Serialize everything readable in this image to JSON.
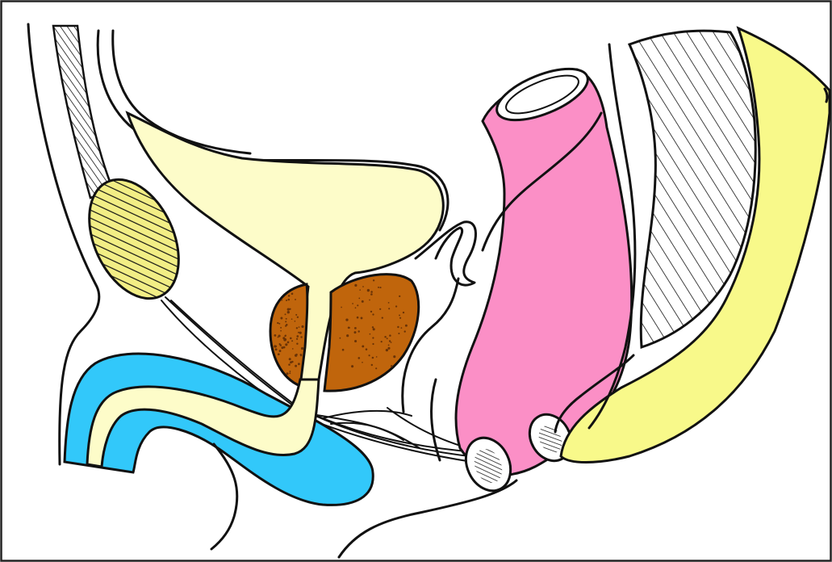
{
  "figure": {
    "colors": {
      "bladder": "#fdfcc9",
      "prostate": "#c0650c",
      "prostate_dots": "#6a3306",
      "rectum": "#fb8fc6",
      "blue_body": "#32c8fa",
      "sacrum": "#f8f98a",
      "pubic_oval": "#f2ee85",
      "frame": "#222222",
      "outline": "#111111"
    },
    "structures": [
      {
        "id": "bladder",
        "color_key": "bladder"
      },
      {
        "id": "urethra",
        "color_key": "bladder"
      },
      {
        "id": "prostate",
        "color_key": "prostate"
      },
      {
        "id": "rectum",
        "color_key": "rectum"
      },
      {
        "id": "blue-body",
        "color_key": "blue_body"
      },
      {
        "id": "sacrum",
        "color_key": "sacrum"
      },
      {
        "id": "pubic-oval",
        "color_key": "pubic_oval"
      },
      {
        "id": "hatched-band",
        "color_key": "outline"
      },
      {
        "id": "abdominal-wall",
        "color_key": "outline"
      },
      {
        "id": "seminal-vesicle",
        "color_key": "outline"
      },
      {
        "id": "ligament-fibers",
        "color_key": "outline"
      },
      {
        "id": "anal-section",
        "color_key": "outline"
      },
      {
        "id": "coccyx-section",
        "color_key": "outline"
      }
    ]
  }
}
